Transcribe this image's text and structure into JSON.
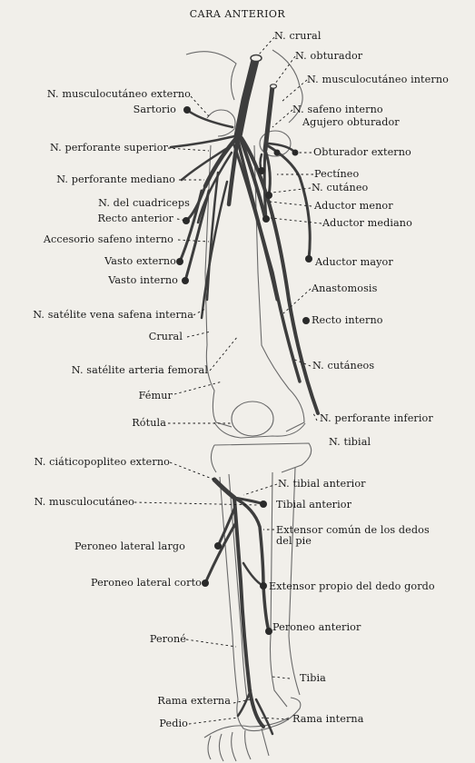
{
  "title": "CARA ANTERIOR",
  "labels": {
    "n_crural": "N. crural",
    "n_obturador": "N. obturador",
    "n_musculocutaneo_interno": "N. musculocutáneo interno",
    "n_safeno_interno": "N. safeno interno",
    "agujero_obturador": "Agujero obturador",
    "obturador_externo": "Obturador externo",
    "pectineo": "Pectíneo",
    "n_cutaneo": "N. cutáneo",
    "aductor_menor": "Aductor menor",
    "aductor_mediano": "Aductor mediano",
    "aductor_mayor": "Aductor mayor",
    "anastomosis": "Anastomosis",
    "recto_interno": "Recto interno",
    "n_cutaneos": "N. cutáneos",
    "n_perforante_inferior": "N. perforante inferior",
    "n_tibial": "N. tibial",
    "n_musculocutaneo_externo": "N. musculocutáneo externo",
    "sartorio": "Sartorio",
    "n_perforante_superior": "N. perforante superior",
    "n_perforante_mediano": "N. perforante mediano",
    "n_del_cuadriceps": "N. del cuadriceps",
    "recto_anterior": "Recto anterior",
    "accesorio_safeno_interno": "Accesorio safeno interno",
    "vasto_externo": "Vasto externo",
    "vasto_interno": "Vasto interno",
    "n_satelite_vena_safena_interna": "N. satélite vena safena interna",
    "crural": "Crural",
    "n_satelite_arteria_femoral": "N. satélite arteria femoral",
    "femur": "Fémur",
    "rotula": "Rótula",
    "n_ciaticopopliteo_externo": "N. ciáticopopliteo externo",
    "n_tibial_anterior": "N. tibial anterior",
    "n_musculocutaneo": "N. musculocutáneo",
    "tibial_anterior": "Tibial anterior",
    "extensor_comun_1": "Extensor común de los dedos",
    "extensor_comun_2": "del pie",
    "peroneo_lateral_largo": "Peroneo lateral largo",
    "peroneo_lateral_corto": "Peroneo lateral corto",
    "extensor_propio": "Extensor propio del dedo gordo",
    "peroneo_anterior": "Peroneo anterior",
    "perone": "Peroné",
    "tibia": "Tibia",
    "rama_externa": "Rama externa",
    "rama_interna": "Rama interna",
    "pedio": "Pedio"
  },
  "colors": {
    "background": "#f1efea",
    "ink": "#1a1a1a",
    "nerve": "#3d3d3d",
    "bone": "#6a6a6a"
  }
}
